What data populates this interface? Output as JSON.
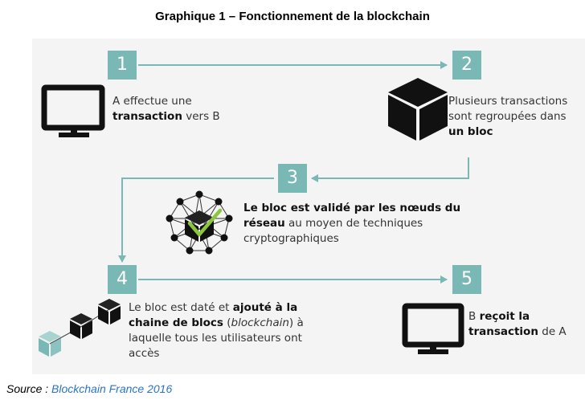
{
  "title": "Graphique 1 – Fonctionnement de la blockchain",
  "steps": [
    {
      "num": "1",
      "pre": "A effectue une ",
      "bold": "transaction",
      "post": " vers B"
    },
    {
      "num": "2",
      "pre": "Plusieurs transactions sont regroupées dans ",
      "bold": "un bloc",
      "post": ""
    },
    {
      "num": "3",
      "bold": "Le bloc est validé par les nœuds du réseau",
      "post": " au moyen de techniques cryptographiques"
    },
    {
      "num": "4",
      "pre": "Le bloc est daté et ",
      "bold": "ajouté à la chaine de blocs",
      "mid": " (",
      "italic": "blockchain",
      "post": ") à laquelle tous les utilisateurs ont accès"
    },
    {
      "num": "5",
      "pre": "B ",
      "bold": "reçoit la transaction",
      "post": " de A"
    }
  ],
  "source": {
    "label": "Source : ",
    "link": "Blockchain France 2016"
  },
  "colors": {
    "accent": "#7ab8b5",
    "check": "#8cc63f",
    "panel": "#f4f4f4"
  }
}
